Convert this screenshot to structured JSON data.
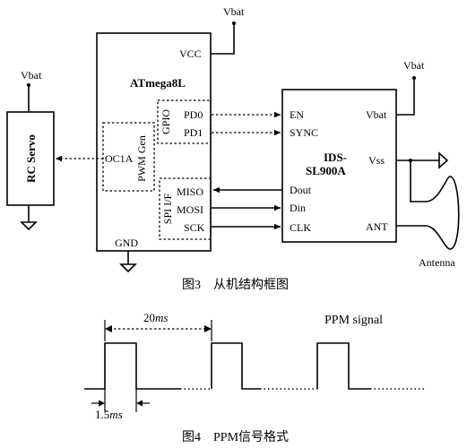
{
  "fig3": {
    "caption": "图3　从机结构框图",
    "servo": {
      "label": "RC Servo",
      "supply": "Vbat"
    },
    "mcu": {
      "title": "ATmega8L",
      "vcc": "VCC",
      "gnd": "GND",
      "supply": "Vbat",
      "gpio": "GPIO",
      "pwm": "PWM Gen",
      "spi": "SPI I/F",
      "pins": {
        "pd0": "PD0",
        "pd1": "PD1",
        "oc1a": "OC1A",
        "miso": "MISO",
        "mosi": "MOSI",
        "sck": "SCK"
      }
    },
    "ids": {
      "title1": "IDS-",
      "title2": "SL900A",
      "supply": "Vbat",
      "pins": {
        "en": "EN",
        "sync": "SYNC",
        "dout": "Dout",
        "din": "Din",
        "clk": "CLK",
        "vbat": "Vbat",
        "vss": "Vss",
        "ant": "ANT"
      }
    },
    "antenna": "Antenna"
  },
  "fig4": {
    "caption": "图4　PPM信号格式",
    "title": "PPM signal",
    "period": "20",
    "period_unit": "ms",
    "width": "1.5",
    "width_unit": "ms"
  }
}
